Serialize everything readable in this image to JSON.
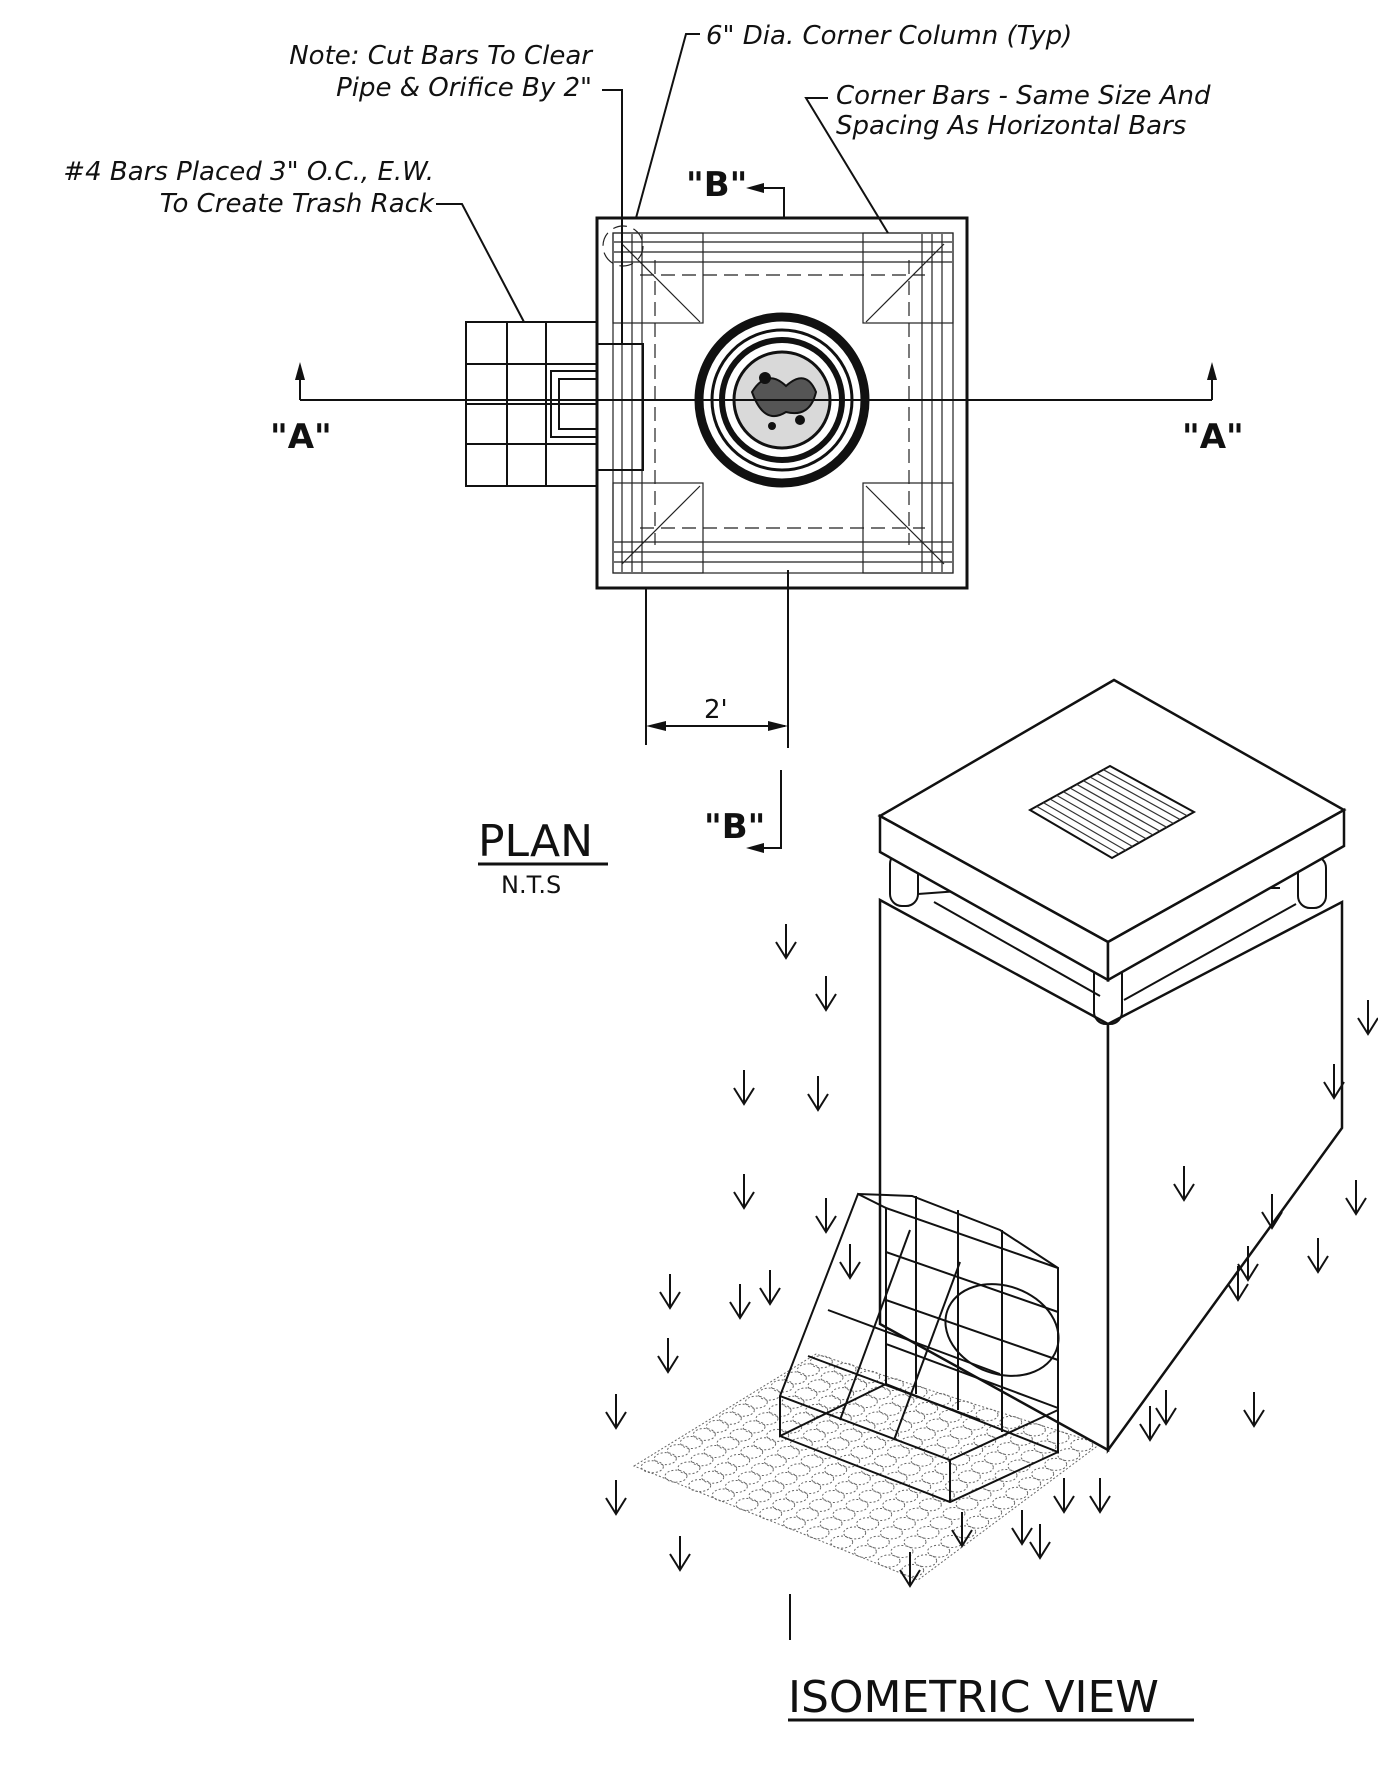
{
  "plan": {
    "note_cut_bars": [
      "Note: Cut Bars To Clear",
      "Pipe & Orifice By 2\""
    ],
    "note_column": "6\" Dia. Corner Column (Typ)",
    "note_corner_bars": [
      "Corner Bars - Same Size And",
      "Spacing As Horizontal Bars"
    ],
    "note_trash_rack": [
      "#4 Bars Placed 3\" O.C., E.W.",
      "To Create Trash Rack"
    ],
    "section_b": "\"B\"",
    "section_a": "\"A\"",
    "dimension": "2'",
    "title": "PLAN",
    "scale": "N.T.S"
  },
  "isometric": {
    "title": "ISOMETRIC VIEW"
  }
}
